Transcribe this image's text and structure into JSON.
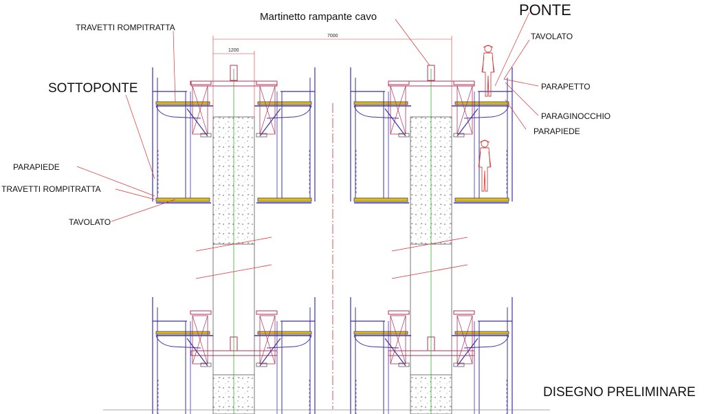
{
  "labels": {
    "title_top": "Martinetto rampante cavo",
    "ponte": "PONTE",
    "tavolato_right": "TAVOLATO",
    "parapetto": "PARAPETTO",
    "paraginocchio": "PARAGINOCCHIO",
    "parapiede_right": "PARAPIEDE",
    "travetti_top": "TRAVETTI ROMPITRATTA",
    "sottoponte": "SOTTOPONTE",
    "parapiede_left": "PARAPIEDE",
    "travetti_left": "TRAVETTI ROMPITRATTA",
    "tavolato_left": "TAVOLATO",
    "footer": "DISEGNO PRELIMINARE"
  },
  "dimensions": {
    "overall": "7000",
    "pier_width": "1200"
  },
  "colors": {
    "structure": "#3a2fa8",
    "beam": "#e0c000",
    "jack": "#b0305a",
    "leader": "#e03030",
    "concrete_edge": "#555555",
    "axis": "#30b030",
    "worker": "#d04040"
  }
}
